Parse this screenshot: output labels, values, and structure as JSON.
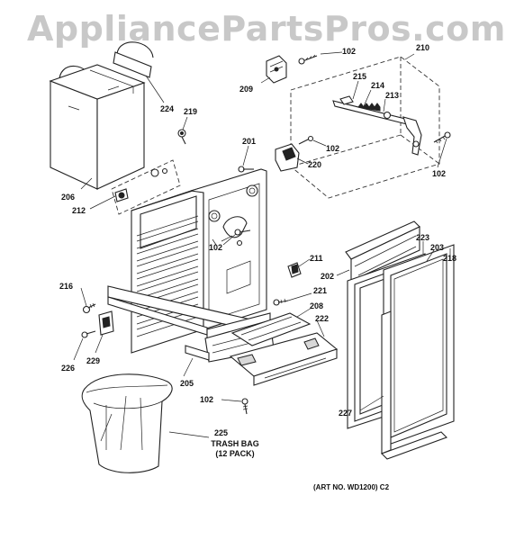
{
  "watermark": "AppliancePartsPros.com",
  "callouts": [
    {
      "id": "c102a",
      "text": "102"
    },
    {
      "id": "c210",
      "text": "210"
    },
    {
      "id": "c215",
      "text": "215"
    },
    {
      "id": "c214",
      "text": "214"
    },
    {
      "id": "c213",
      "text": "213"
    },
    {
      "id": "c209",
      "text": "209"
    },
    {
      "id": "c224",
      "text": "224"
    },
    {
      "id": "c219",
      "text": "219"
    },
    {
      "id": "c201",
      "text": "201"
    },
    {
      "id": "c102b",
      "text": "102"
    },
    {
      "id": "c220",
      "text": "220"
    },
    {
      "id": "c102c",
      "text": "102"
    },
    {
      "id": "c206",
      "text": "206"
    },
    {
      "id": "c212",
      "text": "212"
    },
    {
      "id": "c102d",
      "text": "102"
    },
    {
      "id": "c223",
      "text": "223"
    },
    {
      "id": "c203",
      "text": "203"
    },
    {
      "id": "c218",
      "text": "218"
    },
    {
      "id": "c211",
      "text": "211"
    },
    {
      "id": "c202",
      "text": "202"
    },
    {
      "id": "c216",
      "text": "216"
    },
    {
      "id": "c221",
      "text": "221"
    },
    {
      "id": "c208",
      "text": "208"
    },
    {
      "id": "c222",
      "text": "222"
    },
    {
      "id": "c229",
      "text": "229"
    },
    {
      "id": "c226",
      "text": "226"
    },
    {
      "id": "c205",
      "text": "205"
    },
    {
      "id": "c102e",
      "text": "102"
    },
    {
      "id": "c227",
      "text": "227"
    },
    {
      "id": "c225",
      "text": "225"
    }
  ],
  "trash_bag_note": [
    "TRASH BAG",
    "(12 PACK)"
  ],
  "art_number": "(ART NO. WD1200) C2"
}
